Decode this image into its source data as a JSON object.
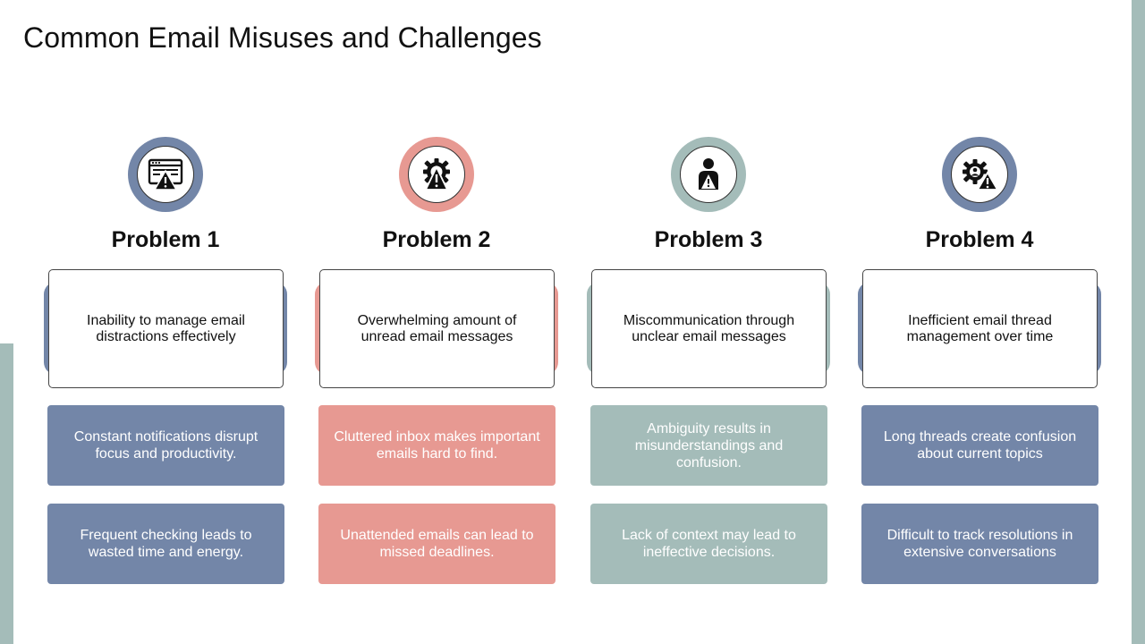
{
  "slide": {
    "title": "Common Email Misuses and Challenges"
  },
  "colors": {
    "blue": "#7386a8",
    "pink": "#e79992",
    "sage": "#a4bcb9",
    "strip": "#a4bcb9"
  },
  "problems": [
    {
      "label": "Problem 1",
      "icon": "browser-warning-icon",
      "color": "#7386a8",
      "description": "Inability to manage email distractions effectively",
      "points": [
        "Constant notifications disrupt focus and productivity.",
        "Frequent checking leads to wasted time and energy."
      ]
    },
    {
      "label": "Problem 2",
      "icon": "gear-warning-icon",
      "color": "#e79992",
      "description": "Overwhelming amount of unread email messages",
      "points": [
        "Cluttered inbox makes important emails hard to find.",
        "Unattended emails can lead to missed deadlines."
      ]
    },
    {
      "label": "Problem 3",
      "icon": "person-warning-icon",
      "color": "#a4bcb9",
      "description": "Miscommunication through unclear email messages",
      "points": [
        "Ambiguity results in misunderstandings and confusion.",
        "Lack of context may lead to ineffective decisions."
      ]
    },
    {
      "label": "Problem 4",
      "icon": "gear-person-warning-icon",
      "color": "#7386a8",
      "description": "Inefficient email thread management over time",
      "points": [
        "Long threads create confusion about current topics",
        "Difficult to track resolutions in extensive conversations"
      ]
    }
  ]
}
